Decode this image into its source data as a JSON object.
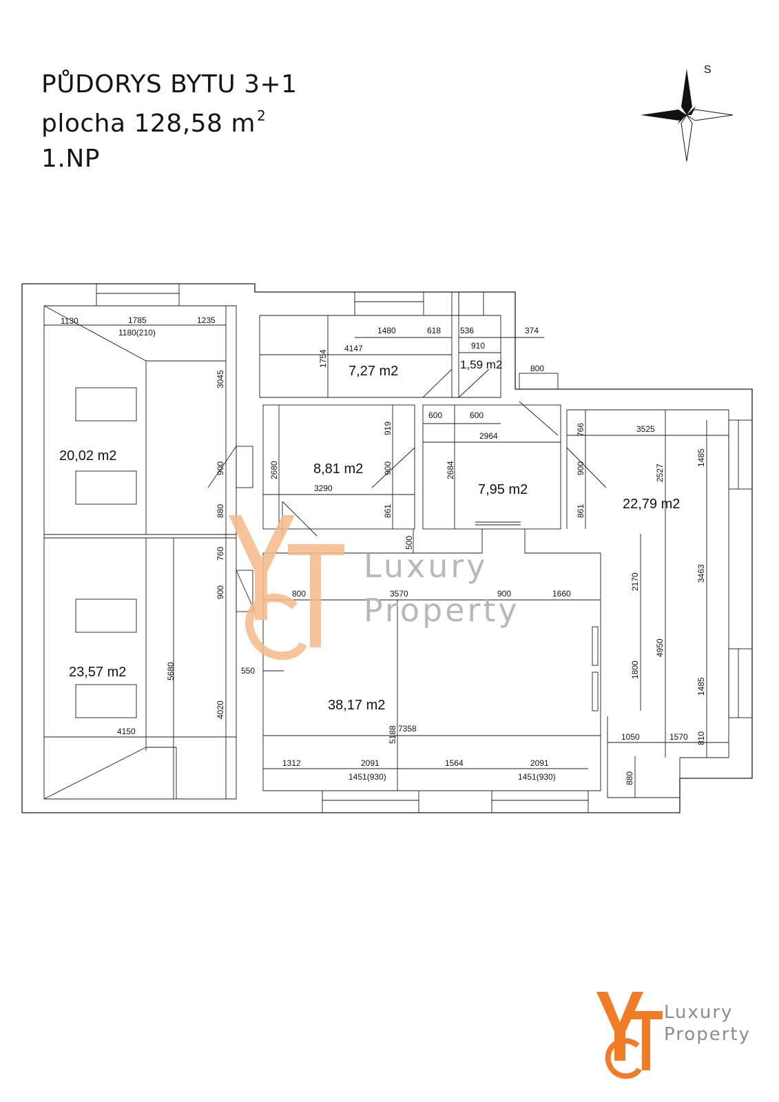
{
  "header": {
    "title": "PŮDORYS BYTU 3+1",
    "area_prefix": "plocha 128,58 m",
    "area_sup": "2",
    "floor": "1.NP"
  },
  "compass": {
    "label": "S"
  },
  "rooms": {
    "r1": "20,02 m2",
    "r2": "23,57 m2",
    "r3": "7,27 m2",
    "r4": "1,59 m2",
    "r5": "8,81 m2",
    "r6": "7,95 m2",
    "r7": "22,79 m2",
    "r8": "38,17 m2"
  },
  "dims": {
    "d1130": "1130",
    "d1785": "1785",
    "d1235": "1235",
    "d1180": "1180(210)",
    "d3045": "3045",
    "d900a": "900",
    "d880a": "880",
    "d760": "760",
    "d900b": "900",
    "d5680": "5680",
    "d4020": "4020",
    "d4150": "4150",
    "d550": "550",
    "d1480": "1480",
    "d618": "618",
    "d4147": "4147",
    "d1754": "1754",
    "d536": "536",
    "d374": "374",
    "d910": "910",
    "d800a": "800",
    "d600a": "600",
    "d600b": "600",
    "d2964": "2964",
    "d2684": "2684",
    "d919": "919",
    "d2680": "2680",
    "d900c": "900",
    "d3290": "3290",
    "d861a": "861",
    "d500": "500",
    "d766": "766",
    "d3525": "3525",
    "d900d": "900",
    "d861b": "861",
    "d2527": "2527",
    "d1485a": "1485",
    "d3463": "3463",
    "d2170": "2170",
    "d1800": "1800",
    "d4950": "4950",
    "d1485b": "1485",
    "d810": "810",
    "d1050": "1050",
    "d1570": "1570",
    "d880b": "880",
    "d800b": "800",
    "d3570": "3570",
    "d900e": "900",
    "d1660": "1660",
    "d5188": "5188",
    "d7358": "7358",
    "d1312": "1312",
    "d2091a": "2091",
    "d1564": "1564",
    "d2091b": "2091",
    "d1451a": "1451(930)",
    "d1451b": "1451(930)"
  },
  "watermark": {
    "line1": "Luxury",
    "line2": "Property"
  },
  "logo": {
    "line1": "Luxury",
    "line2": "Property"
  },
  "colors": {
    "brand_orange": "#f07c28",
    "watermark_orange": "#f6b98a",
    "watermark_grey": "#b8b8b8",
    "logo_grey": "#8c8c8c"
  }
}
